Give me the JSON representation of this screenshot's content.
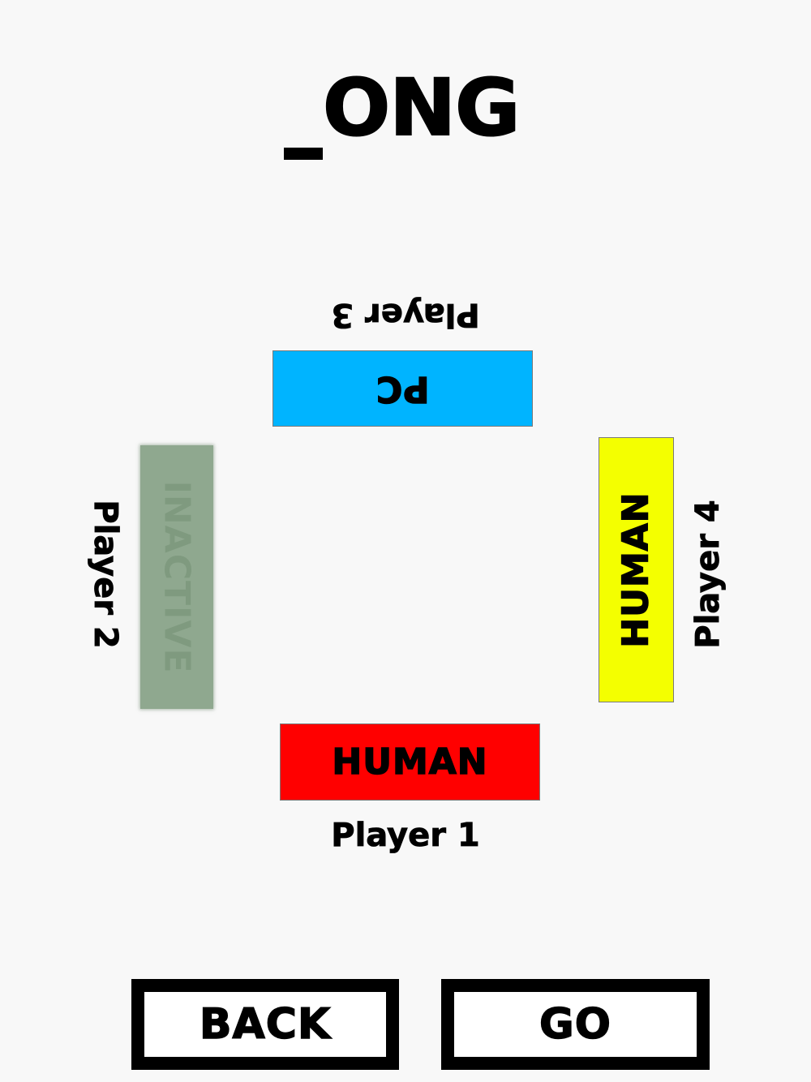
{
  "title": {
    "underscore": "_",
    "text": "ONG"
  },
  "players": {
    "p1": {
      "label": "Player 1",
      "mode": "HUMAN",
      "color": "#ff0000",
      "text_color": "#000000"
    },
    "p2": {
      "label": "Player 2",
      "mode": "INACTIVE",
      "color": "#8fa88f",
      "text_color": "#7f9a7f"
    },
    "p3": {
      "label": "Player 3",
      "mode": "PC",
      "color": "#00b4ff",
      "text_color": "#000000"
    },
    "p4": {
      "label": "Player 4",
      "mode": "HUMAN",
      "color": "#f4ff00",
      "text_color": "#000000"
    }
  },
  "buttons": {
    "back": "BACK",
    "go": "GO"
  }
}
